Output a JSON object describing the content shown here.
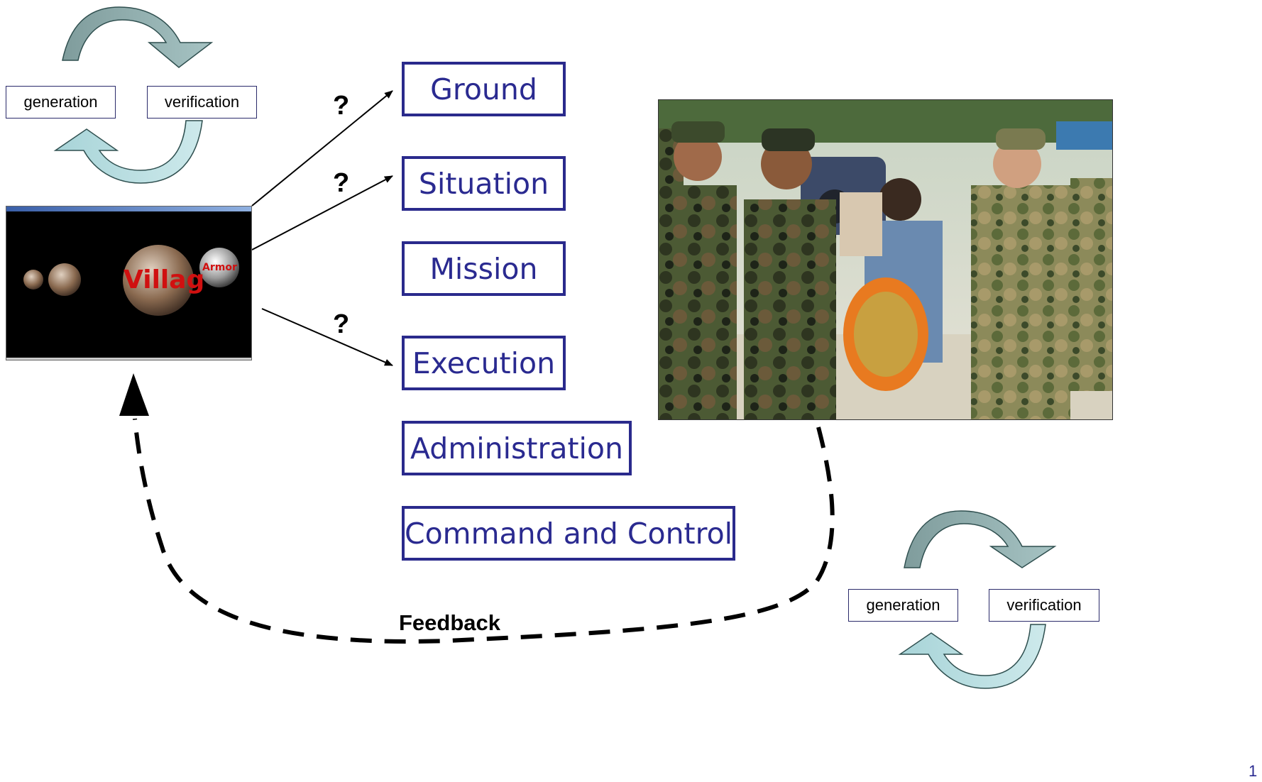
{
  "top_cycle": {
    "left_label": "generation",
    "right_label": "verification"
  },
  "bottom_cycle": {
    "left_label": "generation",
    "right_label": "verification"
  },
  "categories": {
    "ground": "Ground",
    "situation": "Situation",
    "mission": "Mission",
    "execution": "Execution",
    "administration": "Administration",
    "command": "Command and Control"
  },
  "question_mark": "?",
  "feedback_label": "Feedback",
  "page_number": "1",
  "colors": {
    "box_border": "#2a2a8c",
    "box_text": "#2a2a90",
    "cycle_arrow_dark": "#8fa9a9",
    "cycle_arrow_light": "#bfe3e6"
  },
  "icons": {
    "simulation": "simulation-screenshot-icon",
    "photo": "soldiers-photo-icon"
  }
}
